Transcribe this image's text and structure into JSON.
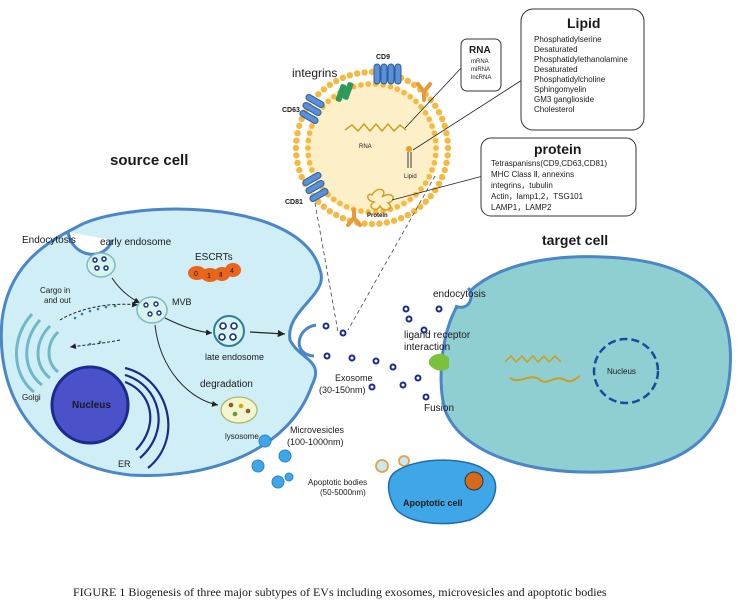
{
  "source_cell": {
    "title": "source cell",
    "endocytosis": "Endocytosis",
    "early_endosome": "early endosome",
    "escrts": "ESCRTs",
    "escrt_numbers": [
      "0",
      "1",
      "Ⅱ",
      "4"
    ],
    "cargo": [
      "Cargo in",
      "and out"
    ],
    "mvb": "MVB",
    "late_endosome": "late endosome",
    "degradation": "degradation",
    "lysosome": "lysosome",
    "golgi": "Golgi",
    "nucleus": "Nucleus",
    "er": "ER"
  },
  "exosome_detail": {
    "integrins": "integrins",
    "cd9": "CD9",
    "cd63": "CD63",
    "cd81": "CD81",
    "rna": "RNA",
    "lipid": "Lipid",
    "protein": "Protein"
  },
  "rna_box": {
    "title": "RNA",
    "items": [
      "mRNA",
      "miRNA",
      "lncRNA"
    ]
  },
  "lipid_box": {
    "title": "Lipid",
    "items": [
      "Phosphatidylserine",
      "Desaturated",
      "Phosphatidylethanolamine",
      "Desaturated",
      "Phosphatidylcholine",
      "Sphingomyelin",
      "GM3 ganglioside",
      "Cholesterol"
    ]
  },
  "protein_box": {
    "title": "protein",
    "items": [
      "Tetraspanisns(CD9,CD63,CD81)",
      "MHC Class Ⅱ, annexins",
      "integrins，tubulin",
      "Actin，lamp1,2，TSG101",
      "LAMP1，LAMP2"
    ]
  },
  "vesicles": {
    "exosome": [
      "Exosome",
      "(30-150nm)"
    ],
    "microvesicles": [
      "Microvesicles",
      "(100-1000nm)"
    ],
    "apoptotic_bodies": [
      "Apoptotic bodies",
      "(50-5000nm)"
    ],
    "apoptotic_cell": "Apoptotic cell"
  },
  "target_cell": {
    "title": "target cell",
    "endocytosis": "endocytosis",
    "ligand": [
      "ligand receptor",
      "interaction"
    ],
    "fusion": "Fusion",
    "nucleus": "Nucleus"
  },
  "caption": "FIGURE 1    Biogenesis of three major subtypes of EVs including exosomes, microvesicles and apoptotic bodies",
  "colors": {
    "source_cell_fill": "#cfeef5",
    "target_cell_fill": "#8fcfd2",
    "membrane_blue": "#4a86c8",
    "exosome_fill": "#fdf0c8",
    "lipid_head": "#f5b942",
    "escrt_orange": "#e8651a",
    "apoptotic_fill": "#3fa7e8",
    "navy": "#1b2a8c"
  }
}
